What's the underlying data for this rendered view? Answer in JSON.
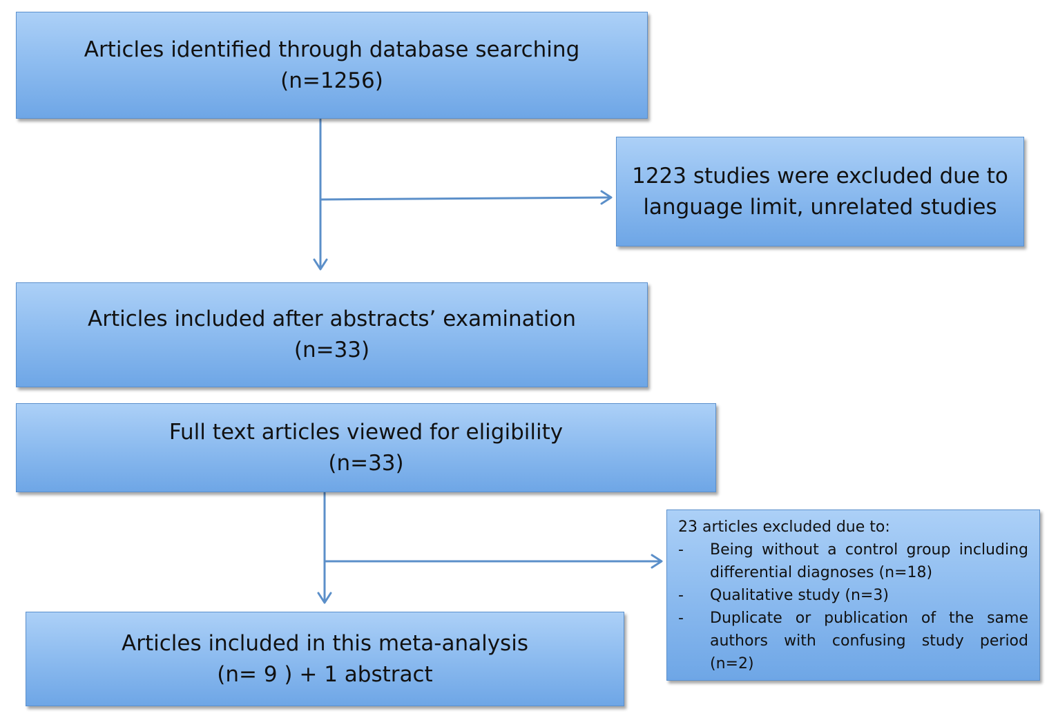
{
  "boxes": {
    "identified": {
      "line1": "Articles identified through database searching",
      "line2": "(n=1256)"
    },
    "excluded_language": {
      "line1": "1223 studies were excluded due to",
      "line2": "language limit, unrelated studies"
    },
    "abstracts": {
      "line1": "Articles included after abstracts’ examination",
      "line2": "(n=33)"
    },
    "fulltext": {
      "line1": "Full text articles viewed for eligibility",
      "line2": "(n=33)"
    },
    "excluded_eligibility": {
      "heading": "23 articles excluded due to:",
      "bullet": "-",
      "items": [
        "Being without a control group including differential diagnoses (n=18)",
        "Qualitative study (n=3)",
        "Duplicate or publication of the same authors with confusing study period (n=2)"
      ]
    },
    "final": {
      "line1": "Articles included in this meta-analysis",
      "line2": "(n= 9 ) + 1 abstract"
    }
  },
  "colors": {
    "box_top": "#acd0f7",
    "box_bottom": "#6ea6e6",
    "box_border": "#5a8fcc",
    "connector": "#5b8fc9",
    "text": "#111111"
  }
}
